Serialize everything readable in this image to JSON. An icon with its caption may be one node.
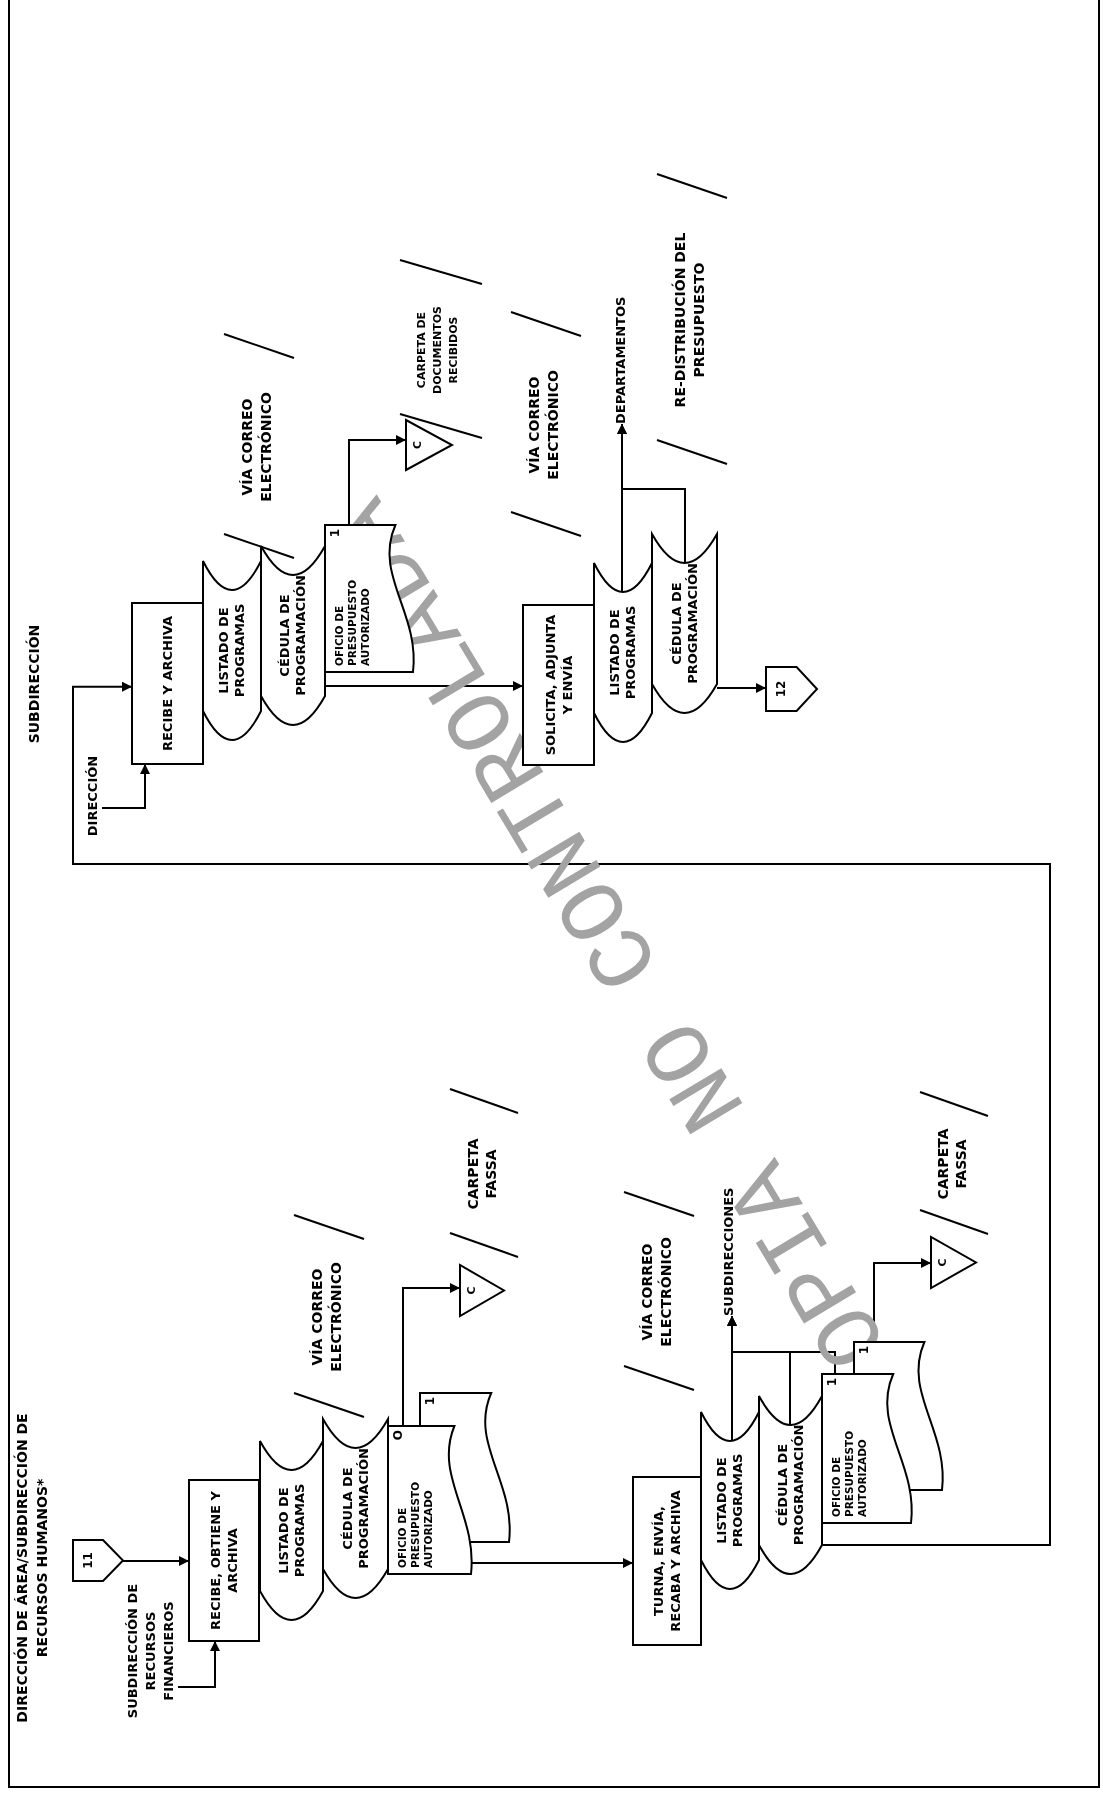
{
  "diagram": {
    "nodes": [
      {
        "text": [
          "SUBDIRECCIÓN DE RECURSOS FINANCIEROS"
        ]
      },
      {
        "text": [
          "11"
        ]
      },
      {
        "text": [
          "RECIBE, OBTIENE Y ARCHIVA"
        ]
      },
      {
        "text": [
          "LISTADO DE PROGRAMAS"
        ]
      },
      {
        "text": [
          "CÉDULA DE PROGRAMACIÓN"
        ]
      },
      {
        "text": [
          "OFICIO DE PRESUPUESTO AUTORIZADO",
          "O"
        ]
      },
      {
        "text": [
          "1"
        ]
      },
      {
        "text": [
          "C"
        ],
        "beside": [
          "CARPETA FASSA"
        ]
      },
      {
        "text": [
          "TURNA, ENVÍA, RECABA Y ARCHIVA"
        ]
      },
      {
        "text": [
          "LISTADO DE PROGRAMAS"
        ]
      },
      {
        "text": [
          "CÉDULA DE PROGRAMACIÓN"
        ]
      },
      {
        "text": [
          "OFICIO DE PRESUPUESTO AUTORIZADO",
          "1"
        ]
      },
      {
        "text": [
          "1"
        ]
      },
      {
        "text": [
          "SUBDIRECCIONES"
        ]
      },
      {
        "text": [
          "C"
        ],
        "beside": [
          "CARPETA FASSA"
        ]
      },
      {
        "text": [
          "DIRECCIÓN"
        ]
      },
      {
        "text": [
          "RECIBE Y ARCHIVA"
        ]
      },
      {
        "text": [
          "LISTADO DE PROGRAMAS"
        ]
      },
      {
        "text": [
          "CÉDULA DE PROGRAMACIÓN"
        ]
      },
      {
        "text": [
          "OFICIO DE PRESUPUESTO AUTORIZADO",
          "1"
        ]
      },
      {
        "text": [
          "C"
        ],
        "beside": [
          "CARPETA DE DOCUMENTOS RECIBIDOS"
        ]
      },
      {
        "text": [
          "SOLICITA, ADJUNTA Y ENVÍA"
        ]
      },
      {
        "text": [
          "LISTADO DE PROGRAMAS"
        ]
      },
      {
        "text": [
          "CÉDULA DE PROGRAMACIÓN"
        ]
      },
      {
        "text": [
          "DEPARTAMENTOS"
        ]
      },
      {
        "text": [
          "12"
        ]
      }
    ],
    "edges": [
      {
        "from": 0,
        "to": 2,
        "arrow": "to"
      },
      {
        "from": 1,
        "to": 2,
        "arrow": "to"
      },
      {
        "from": 5,
        "to": 8,
        "arrow": "to"
      },
      {
        "from": 5,
        "to": 7,
        "arrow": "to"
      },
      {
        "from": 9,
        "to": 13,
        "arrow": "to"
      },
      {
        "from": 10,
        "to": 13,
        "arrow": "to"
      },
      {
        "from": 11,
        "to": 13,
        "arrow": "to"
      },
      {
        "from": 12,
        "to": 14,
        "arrow": "to"
      },
      {
        "from": 10,
        "to": 16,
        "arrow": "to"
      },
      {
        "from": 15,
        "to": 16,
        "arrow": "to"
      },
      {
        "from": 18,
        "to": 21,
        "arrow": "to"
      },
      {
        "from": 19,
        "to": 20,
        "arrow": "to"
      },
      {
        "from": 22,
        "to": 24,
        "arrow": "to"
      },
      {
        "from": 23,
        "to": 24,
        "arrow": "to"
      },
      {
        "from": 23,
        "to": 25,
        "arrow": "to"
      }
    ],
    "labels": [
      "DIRECCIÓN DE ÁREA/SUBDIRECCIÓN DE RECURSOS HUMANOS*",
      "VÍA CORREO ELECTRÓNICO",
      "VÍA CORREO ELECTRÓNICO",
      "SUBDIRECCIÓN",
      "VÍA CORREO ELECTRÓNICO",
      "VÍA CORREO ELECTRÓNICO",
      "RE-DISTRIBUCIÓN DEL PRESUPUESTO",
      "COPIA NO CONTROLADA"
    ]
  }
}
